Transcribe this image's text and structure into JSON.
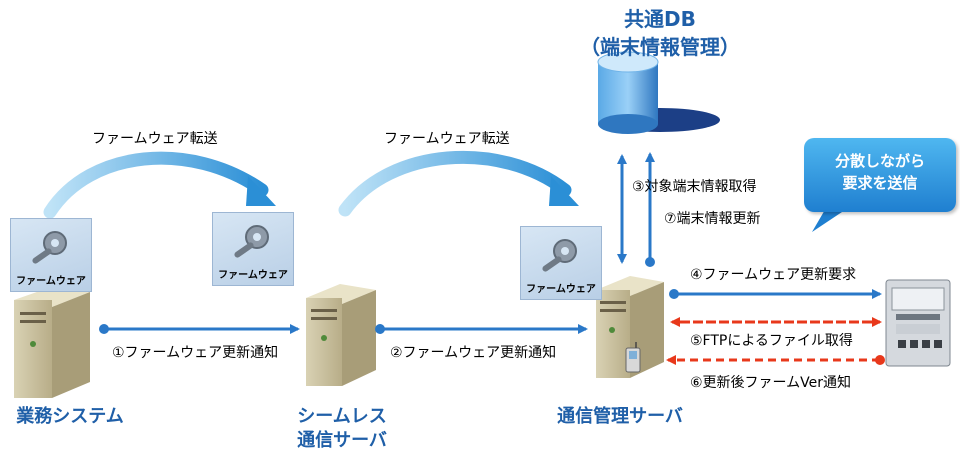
{
  "database": {
    "title": "共通DB",
    "subtitle": "（端末情報管理）"
  },
  "transfers": {
    "left": "ファームウェア転送",
    "middle": "ファームウェア転送"
  },
  "firmware_tile_label": "ファームウェア",
  "nodes": {
    "business_system": "業務システム",
    "seamless_server_line1": "シームレス",
    "seamless_server_line2": "通信サーバ",
    "comm_management_server": "通信管理サーバ"
  },
  "steps": {
    "step1": "①ファームウェア更新通知",
    "step2": "②ファームウェア更新通知",
    "step3": "③対象端末情報取得",
    "step4": "④ファームウェア更新要求",
    "step5": "⑤FTPによるファイル取得",
    "step6": "⑥更新後ファームVer通知",
    "step7": "⑦端末情報更新"
  },
  "callout": {
    "text": "分散しながら\n要求を送信"
  },
  "colors": {
    "accent_blue": "#1f5fa8",
    "arrow_blue": "#2a78c8",
    "ftp_red": "#e8381b",
    "callout": "#2a90dc"
  }
}
